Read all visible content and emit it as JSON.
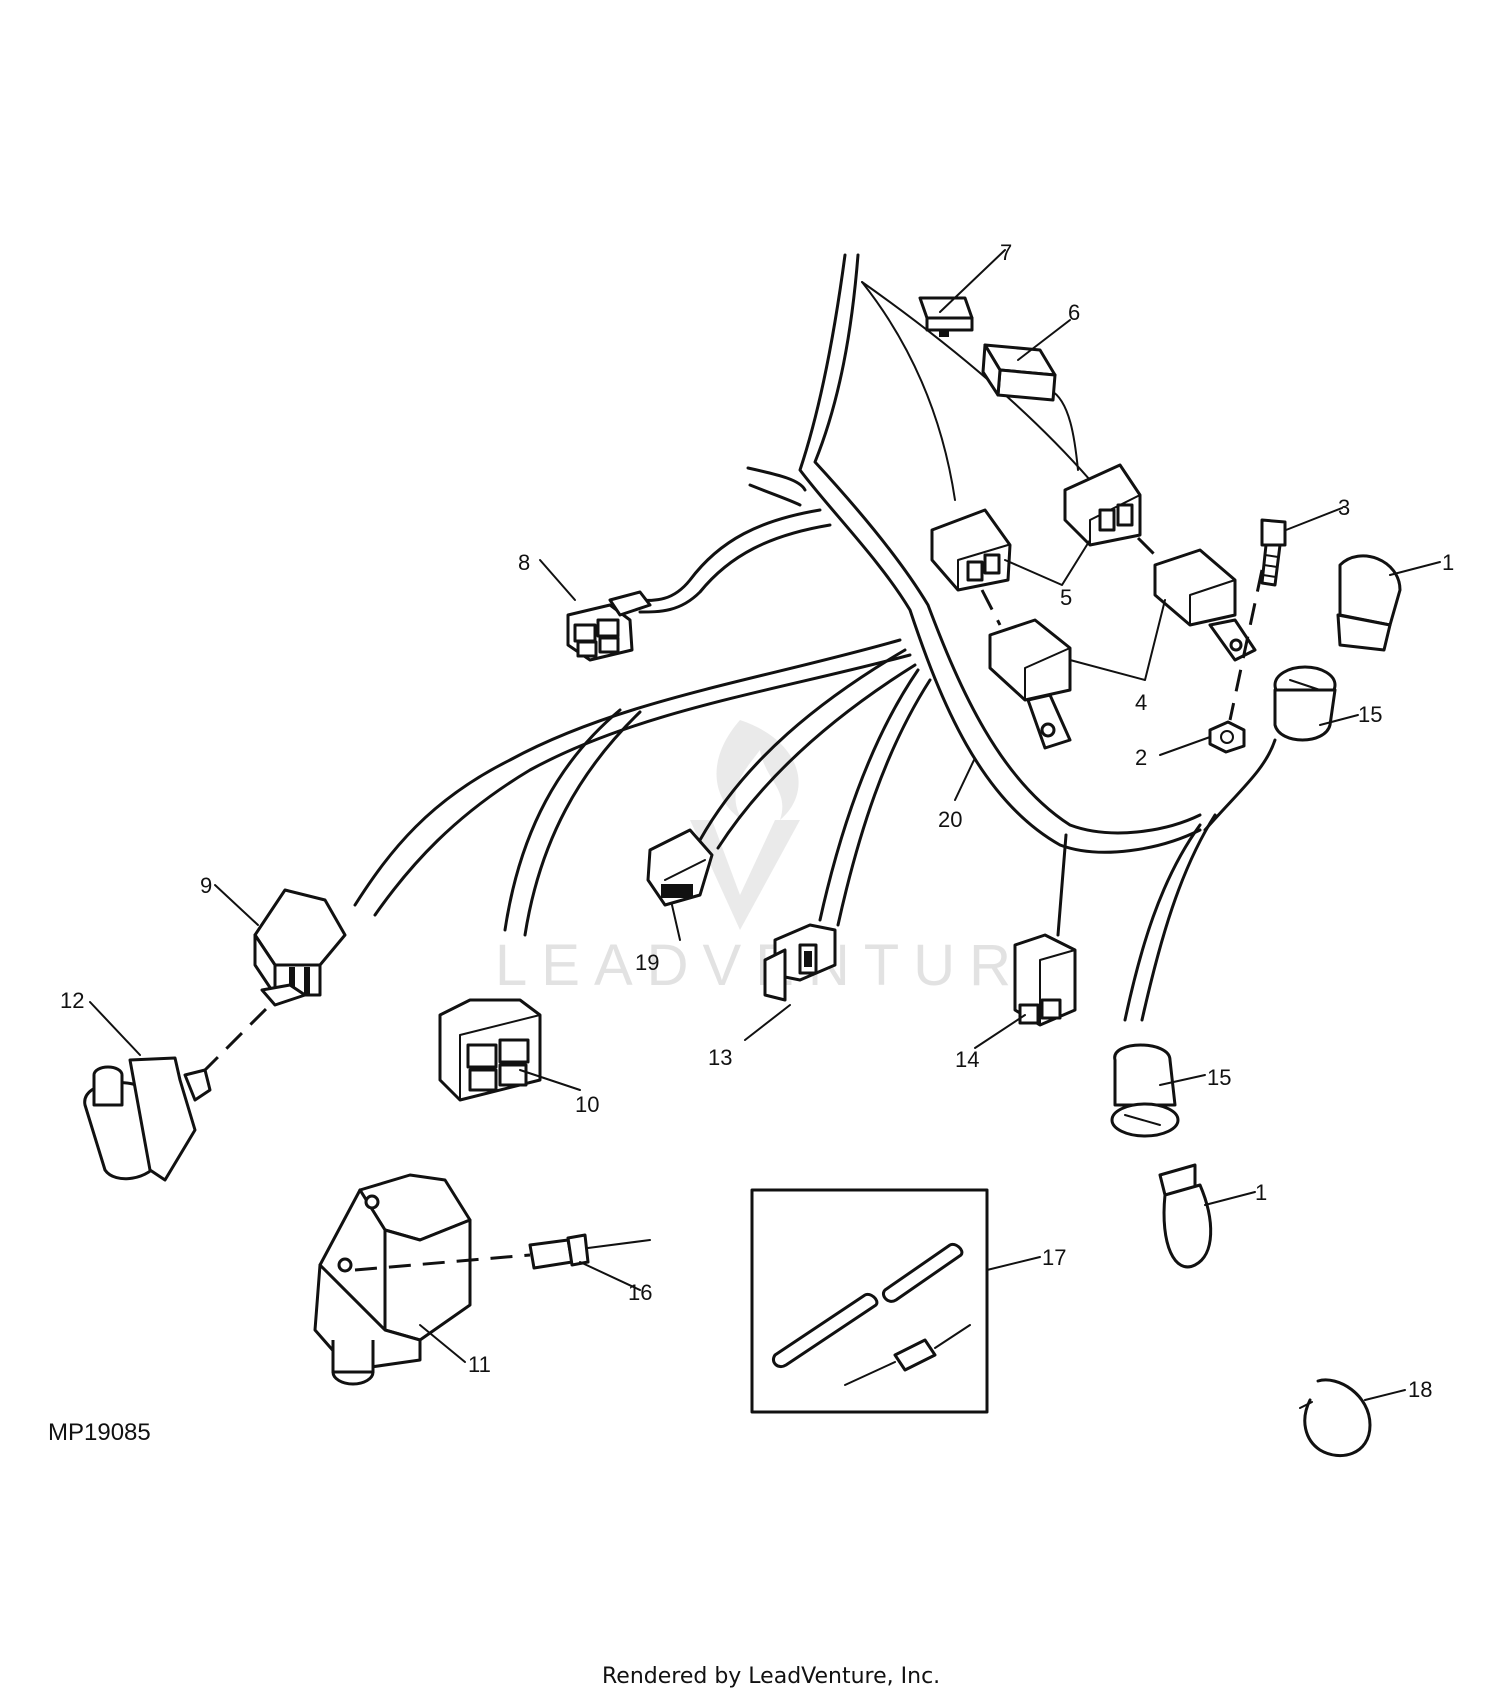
{
  "diagram": {
    "code": "MP19085",
    "credit": "Rendered by LeadVenture, Inc.",
    "watermark": "LEADVENTURE",
    "callouts": [
      {
        "id": "c1a",
        "label": "1"
      },
      {
        "id": "c1b",
        "label": "1"
      },
      {
        "id": "c2",
        "label": "2"
      },
      {
        "id": "c3",
        "label": "3"
      },
      {
        "id": "c4",
        "label": "4"
      },
      {
        "id": "c5",
        "label": "5"
      },
      {
        "id": "c6",
        "label": "6"
      },
      {
        "id": "c7",
        "label": "7"
      },
      {
        "id": "c8",
        "label": "8"
      },
      {
        "id": "c9",
        "label": "9"
      },
      {
        "id": "c10",
        "label": "10"
      },
      {
        "id": "c11",
        "label": "11"
      },
      {
        "id": "c12",
        "label": "12"
      },
      {
        "id": "c13",
        "label": "13"
      },
      {
        "id": "c14",
        "label": "14"
      },
      {
        "id": "c15a",
        "label": "15"
      },
      {
        "id": "c15b",
        "label": "15"
      },
      {
        "id": "c16",
        "label": "16"
      },
      {
        "id": "c17",
        "label": "17"
      },
      {
        "id": "c18",
        "label": "18"
      },
      {
        "id": "c19",
        "label": "19"
      },
      {
        "id": "c20",
        "label": "20"
      }
    ]
  }
}
